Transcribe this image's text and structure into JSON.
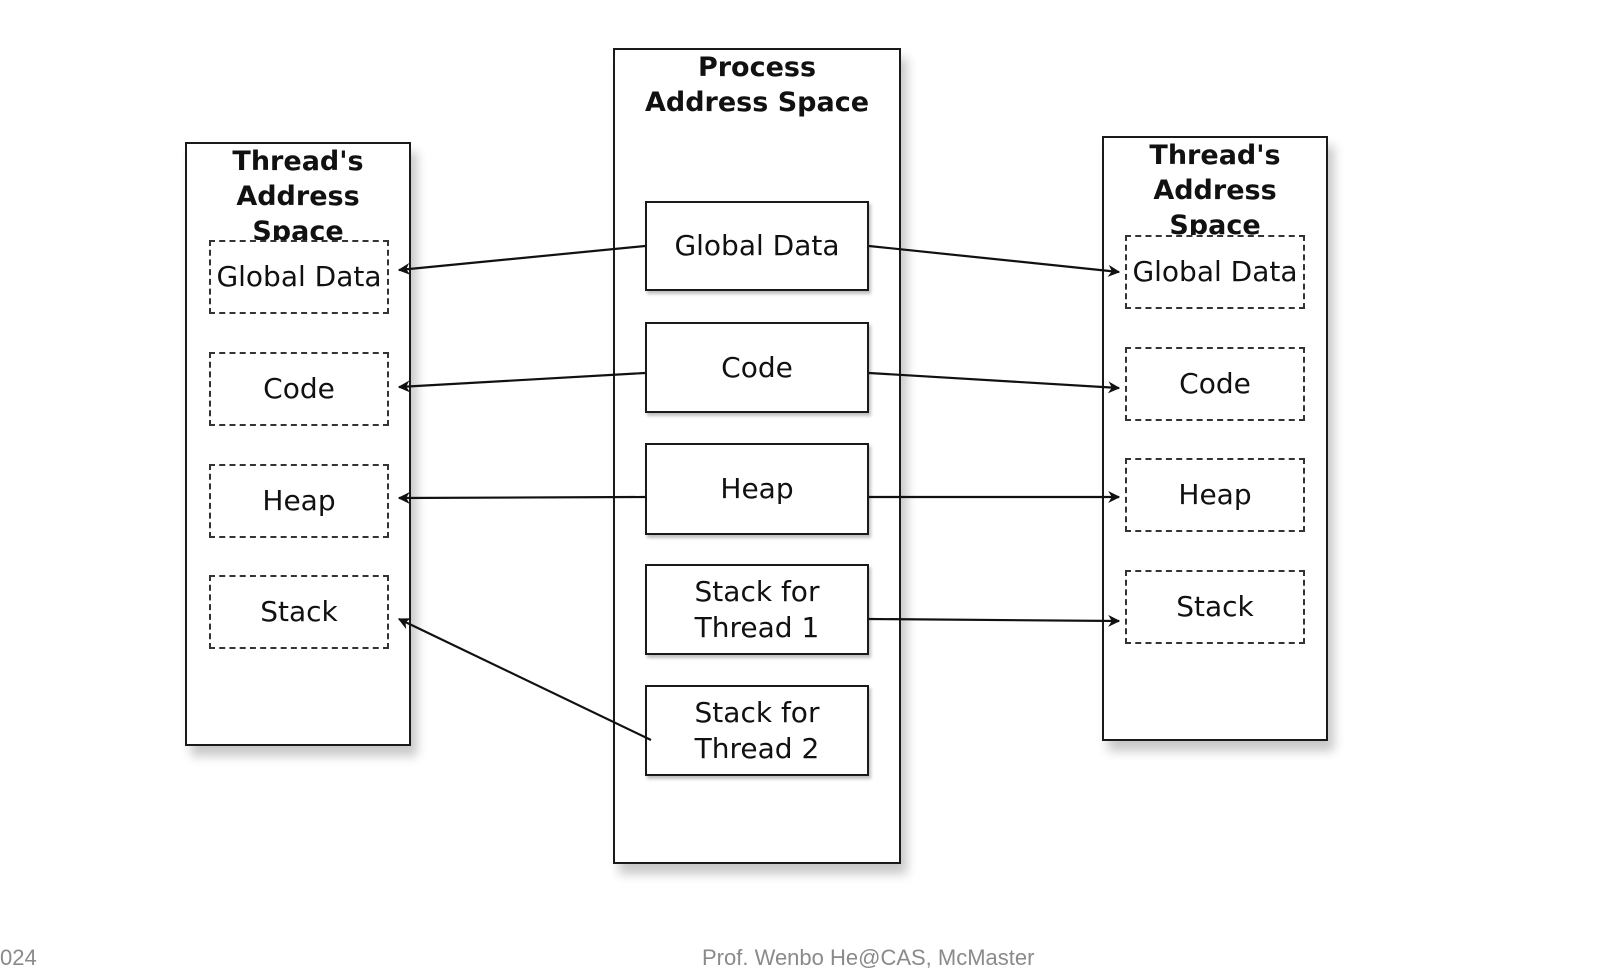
{
  "left_panel": {
    "title": "Thread's\nAddress Space",
    "items": [
      "Global Data",
      "Code",
      "Heap",
      "Stack"
    ]
  },
  "center_panel": {
    "title": "Process\nAddress Space",
    "items": [
      "Global Data",
      "Code",
      "Heap",
      "Stack for\nThread 1",
      "Stack for\nThread 2"
    ]
  },
  "right_panel": {
    "title": "Thread's\nAddress Space",
    "items": [
      "Global Data",
      "Code",
      "Heap",
      "Stack"
    ]
  },
  "footer": {
    "left_text": "024",
    "center_text": "Prof. Wenbo He@CAS, McMaster"
  }
}
